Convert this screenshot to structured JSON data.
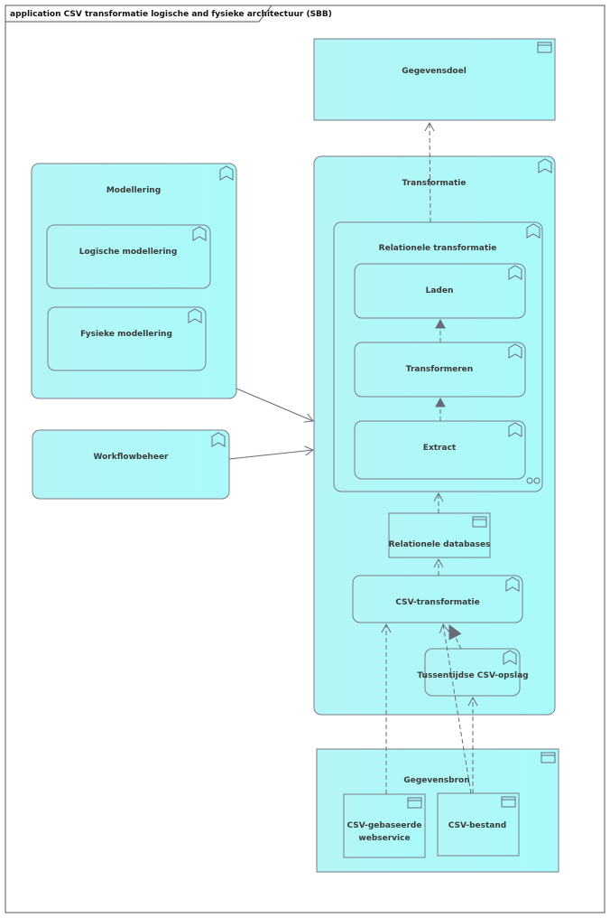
{
  "frame": {
    "title": "application CSV transformatie logische and fysieke architectuur (SBB)"
  },
  "colors": {
    "fill_start": "#b4f6f6",
    "fill_end": "#aafafa",
    "stroke": "#7a7a8a",
    "frame": "#555555"
  },
  "nodes": {
    "gegevensdoel": {
      "label": "Gegevensdoel",
      "icon": "component-icon"
    },
    "transformatie": {
      "label": "Transformatie",
      "icon": "function-icon"
    },
    "relationele_transformatie": {
      "label": "Relationele transformatie",
      "icon": "function-icon"
    },
    "laden": {
      "label": "Laden",
      "icon": "function-icon"
    },
    "transformeren": {
      "label": "Transformeren",
      "icon": "function-icon"
    },
    "extract": {
      "label": "Extract",
      "icon": "function-icon"
    },
    "modellering": {
      "label": "Modellering",
      "icon": "function-icon"
    },
    "logische_modellering": {
      "label": "Logische modellering",
      "icon": "function-icon"
    },
    "fysieke_modellering": {
      "label": "Fysieke modellering",
      "icon": "function-icon"
    },
    "workflowbeheer": {
      "label": "Workflowbeheer",
      "icon": "function-icon"
    },
    "relationele_databases": {
      "label": "Relationele databases",
      "icon": "component-icon"
    },
    "csv_transformatie": {
      "label": "CSV-transformatie",
      "icon": "function-icon"
    },
    "tussentijdse_csv_opslag": {
      "label": "Tussentijdse CSV-opslag",
      "icon": "function-icon"
    },
    "gegevensbron": {
      "label": "Gegevensbron",
      "icon": "component-icon"
    },
    "csv_webservice": {
      "label_line1": "CSV-gebaseerde",
      "label_line2": "webservice",
      "icon": "component-icon"
    },
    "csv_bestand": {
      "label": "CSV-bestand",
      "icon": "component-icon"
    }
  }
}
